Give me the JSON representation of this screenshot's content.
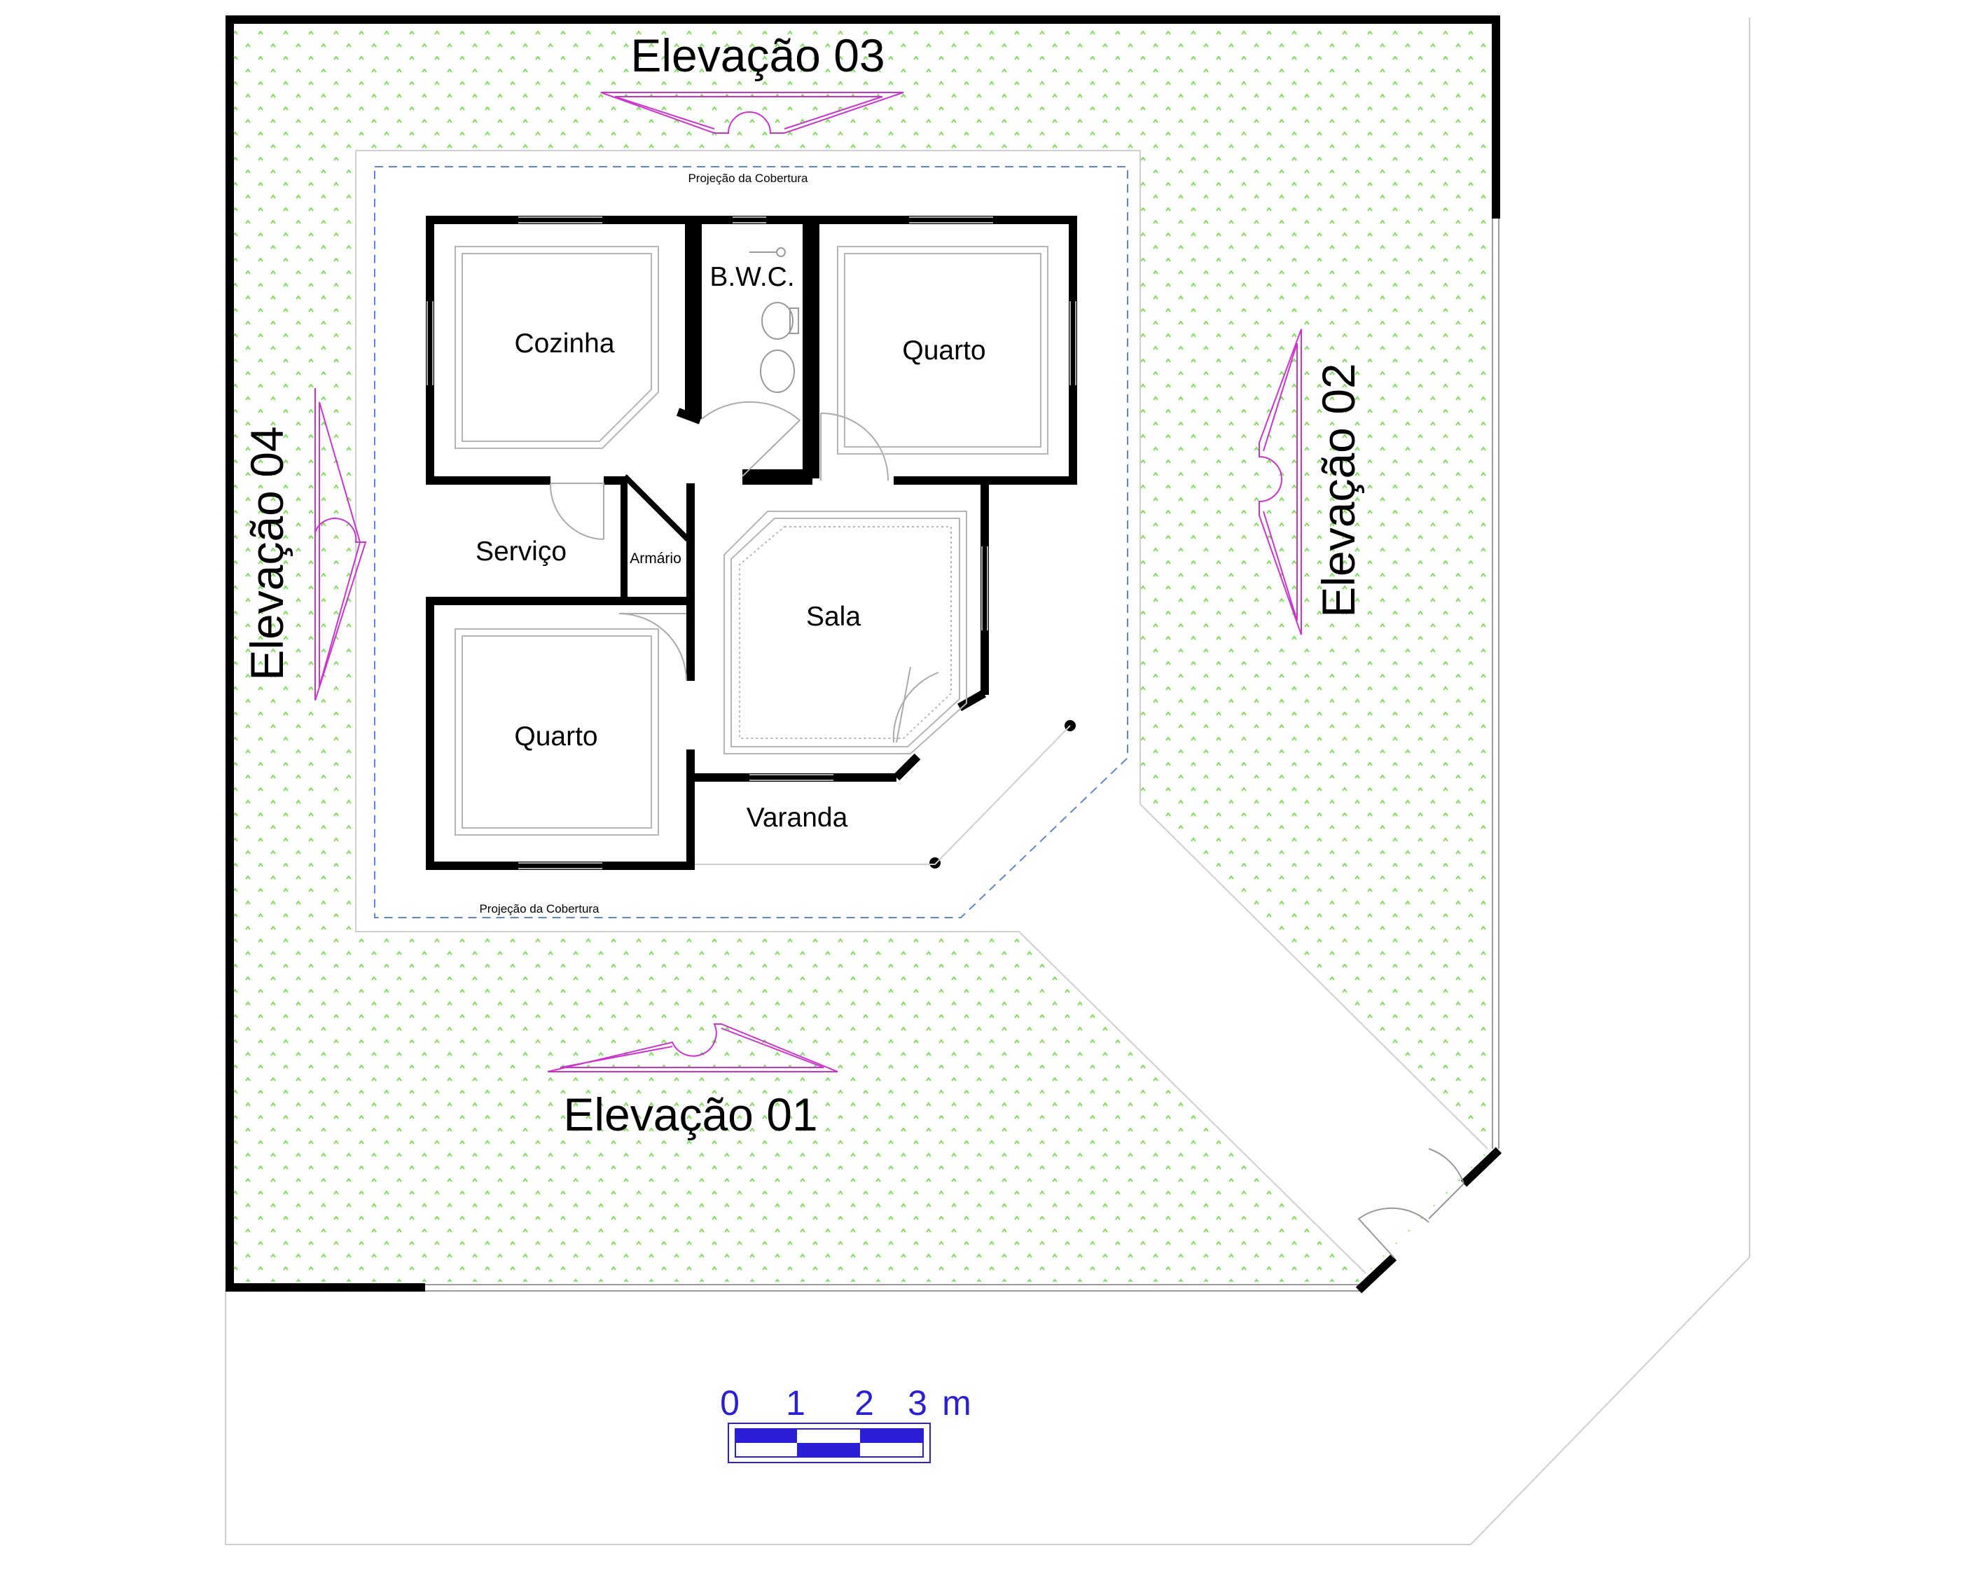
{
  "elevations": {
    "e01": "Elevação 01",
    "e02": "Elevação 02",
    "e03": "Elevação 03",
    "e04": "Elevação 04"
  },
  "rooms": {
    "cozinha": "Cozinha",
    "bwc": "B.W.C.",
    "quarto_top": "Quarto",
    "servico": "Serviço",
    "armario": "Armário",
    "sala": "Sala",
    "quarto_bottom": "Quarto",
    "varanda": "Varanda"
  },
  "roof_projection": {
    "top_label": "Projeção da Cobertura",
    "bottom_label": "Projeção da Cobertura"
  },
  "scale_bar": {
    "ticks": [
      "0",
      "1",
      "2",
      "3"
    ],
    "unit": "m"
  },
  "colors": {
    "lawn_dot": "#7ee05a",
    "wall": "#000000",
    "elevation_marker": "#cc33cc",
    "roof_projection_line": "#5b86d6",
    "scale": "#2a1fd6"
  }
}
